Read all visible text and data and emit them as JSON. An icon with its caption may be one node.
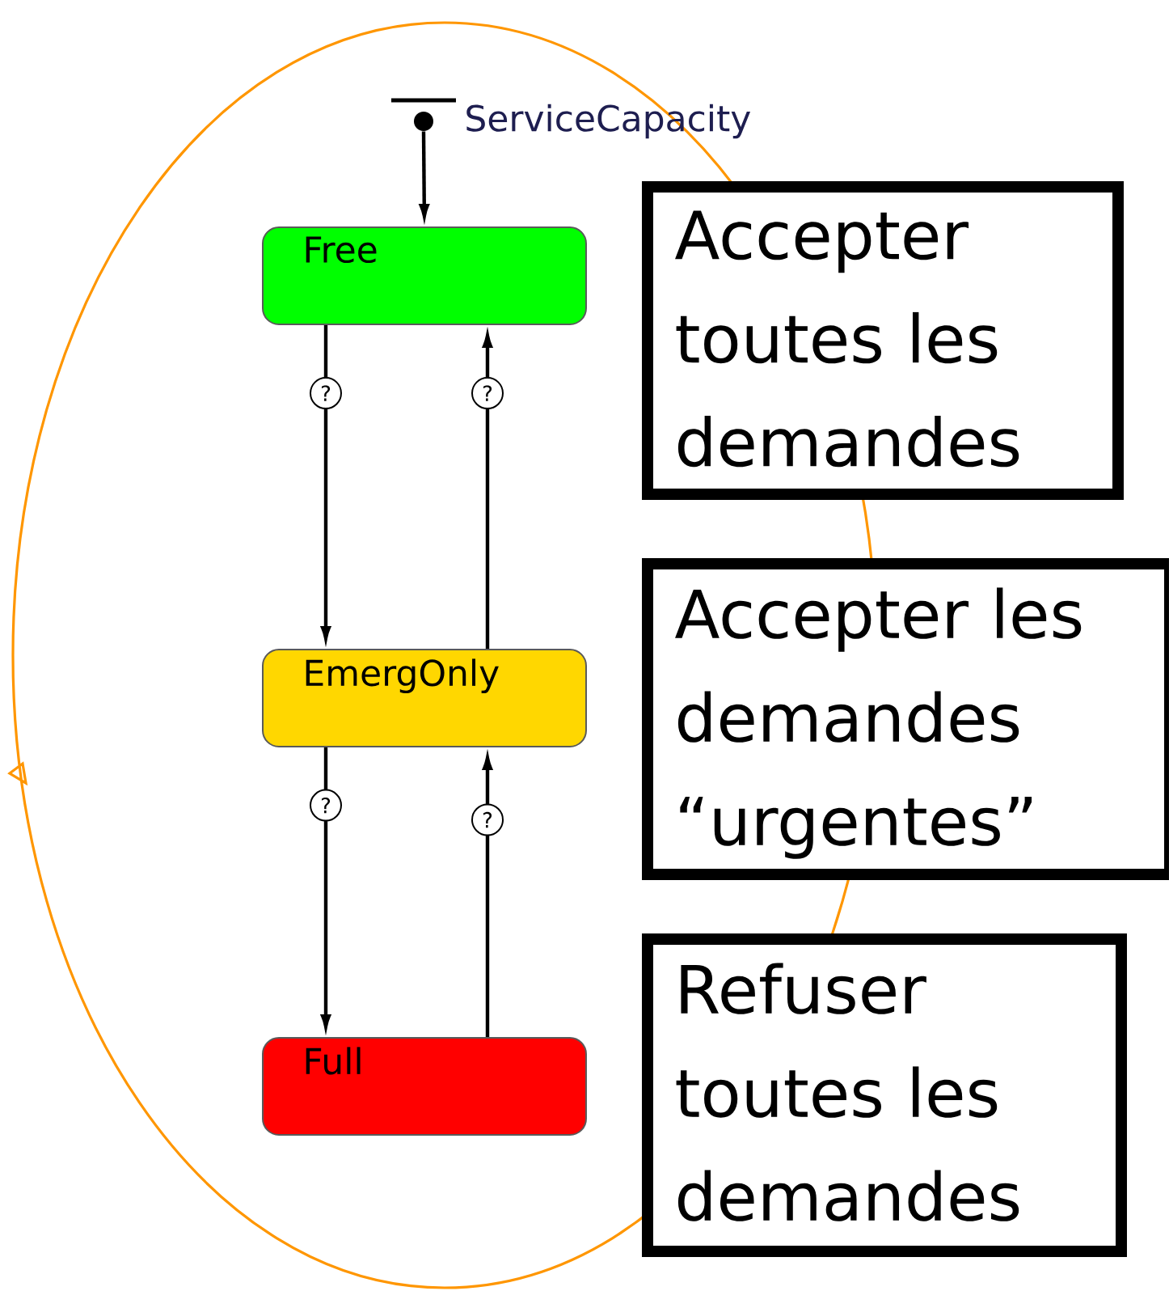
{
  "diagram": {
    "nodes": [
      {
        "text": [],
        "shape": "circle",
        "beside": [
          "ServiceCapacity"
        ]
      },
      {
        "text": [
          "Free"
        ]
      },
      {
        "text": [
          "EmergOnly"
        ]
      },
      {
        "text": [
          "Full"
        ]
      },
      {
        "text": [
          "Accepter toutes les demandes"
        ]
      },
      {
        "text": [
          "Accepter les demandes “urgentes”"
        ]
      },
      {
        "text": [
          "Refuser toutes les demandes"
        ]
      }
    ],
    "edges": [
      {
        "from": 0,
        "to": 1,
        "arrow": "to"
      },
      {
        "from": 1,
        "to": 2,
        "arrow": "to",
        "label": "?"
      },
      {
        "from": 2,
        "to": 1,
        "arrow": "to",
        "label": "?"
      },
      {
        "from": 2,
        "to": 3,
        "arrow": "to",
        "label": "?"
      },
      {
        "from": 3,
        "to": 2,
        "arrow": "to",
        "label": "?"
      }
    ]
  }
}
